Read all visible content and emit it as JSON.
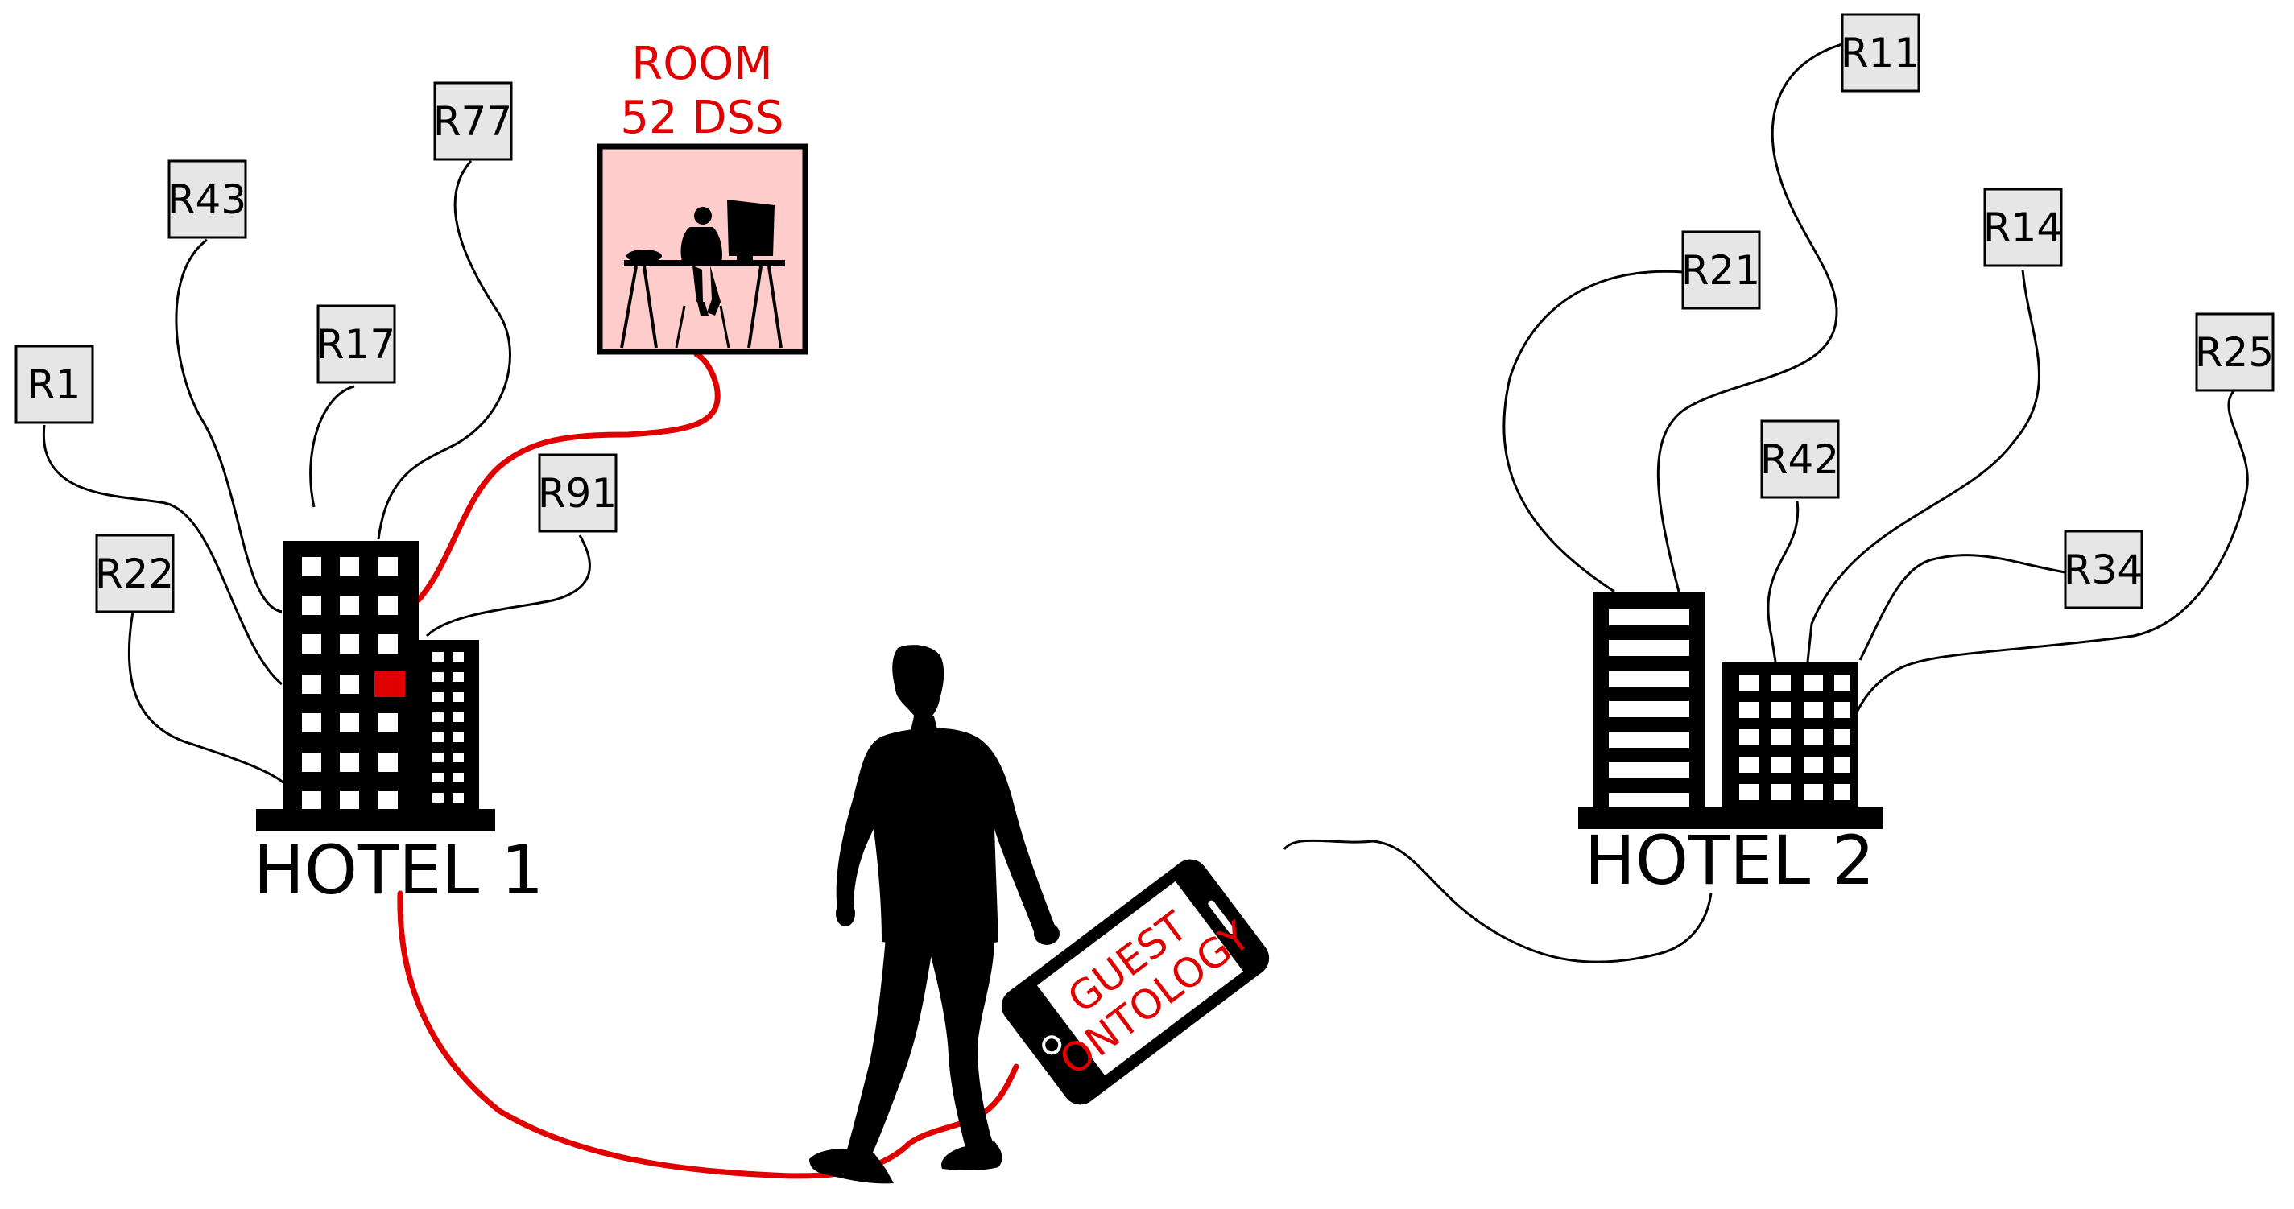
{
  "hotels": [
    {
      "label": "HOTEL 1"
    },
    {
      "label": "HOTEL 2"
    }
  ],
  "hotel1_rooms": [
    "R1",
    "R22",
    "R43",
    "R17",
    "R77",
    "R91"
  ],
  "hotel2_rooms": [
    "R21",
    "R11",
    "R42",
    "R14",
    "R34",
    "R25"
  ],
  "room_dss": {
    "line1": "ROOM",
    "line2": "52 DSS"
  },
  "phone": {
    "line1": "GUEST",
    "line2": "ONTOLOGY"
  },
  "colors": {
    "accent": "#e00000",
    "room_fill": "#ffcccc",
    "box_fill": "#e6e6e6",
    "line": "#000000"
  }
}
